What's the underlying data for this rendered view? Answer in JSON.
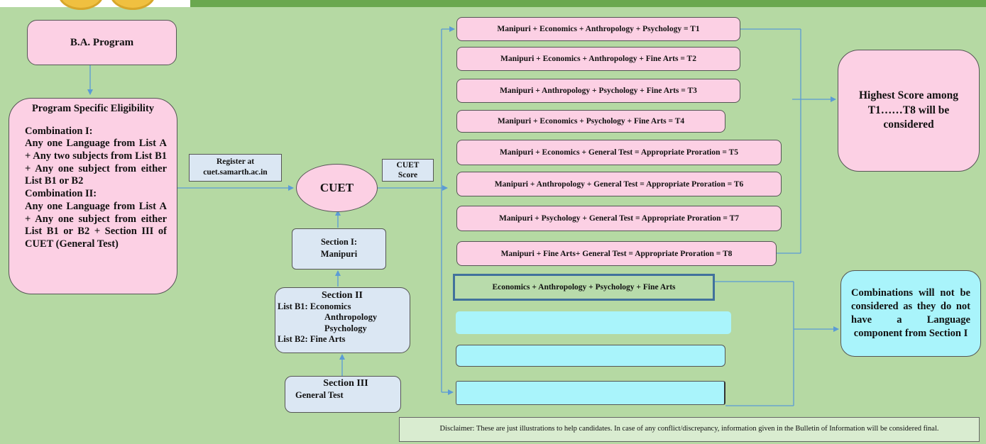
{
  "program": {
    "title": "B.A. Program"
  },
  "eligibility": {
    "heading": "Program Specific Eligibility",
    "combination1_title": "Combination I:",
    "combination1_text": "Any one Language from List A + Any two subjects from List B1 + Any one subject from either List B1 or B2",
    "combination2_title": "Combination II:",
    "combination2_text": "Any one Language from List A + Any one subject from either List B1 or B2 + Section III of CUET (General Test)"
  },
  "register": {
    "line1": "Register at",
    "line2": "cuet.samarth.ac.in"
  },
  "cuet": {
    "label": "CUET"
  },
  "cuet_score": {
    "line1": "CUET",
    "line2": "Score"
  },
  "section1": {
    "title": "Section I:",
    "subject": "Manipuri"
  },
  "section2": {
    "title": "Section II",
    "list_b1_label": "List B1: Economics",
    "list_b1_more": [
      "Anthropology",
      "Psychology"
    ],
    "list_b2_label": "List B2: Fine Arts"
  },
  "section3": {
    "title": "Section III",
    "subject": "General Test"
  },
  "combinations": [
    "Manipuri + Economics + Anthropology  + Psychology = T1",
    "Manipuri + Economics + Anthropology  + Fine Arts = T2",
    "Manipuri + Anthropology  + Psychology + Fine Arts = T3",
    "Manipuri + Economics + Psychology + Fine Arts = T4",
    "Manipuri + Economics + General Test = Appropriate  Proration = T5",
    "Manipuri + Anthropology  + General Test = Appropriate  Proration = T6",
    "Manipuri + Psychology + General Test = Appropriate  Proration = T7",
    "Manipuri + Fine Arts+ General Test = Appropriate  Proration = T8"
  ],
  "excluded_combination": "Economics + Anthropology  + Psychology + Fine Arts",
  "result_highest": "Highest Score among T1……T8 will be considered",
  "result_not_considered": "Combinations will not be considered as they do not have a Language component from Section I",
  "disclaimer": "Disclaimer:  These are just illustrations to help candidates. In case of any conflict/discrepancy, information given in the Bulletin of Information will be considered final.",
  "colors": {
    "background": "#b5d9a3",
    "pink_box": "#fcd0e4",
    "blue_box": "#dbe7f3",
    "cyan_box": "#a9f4fb",
    "arrow": "#5b9bd5",
    "top_bar": "#6aa84f"
  }
}
